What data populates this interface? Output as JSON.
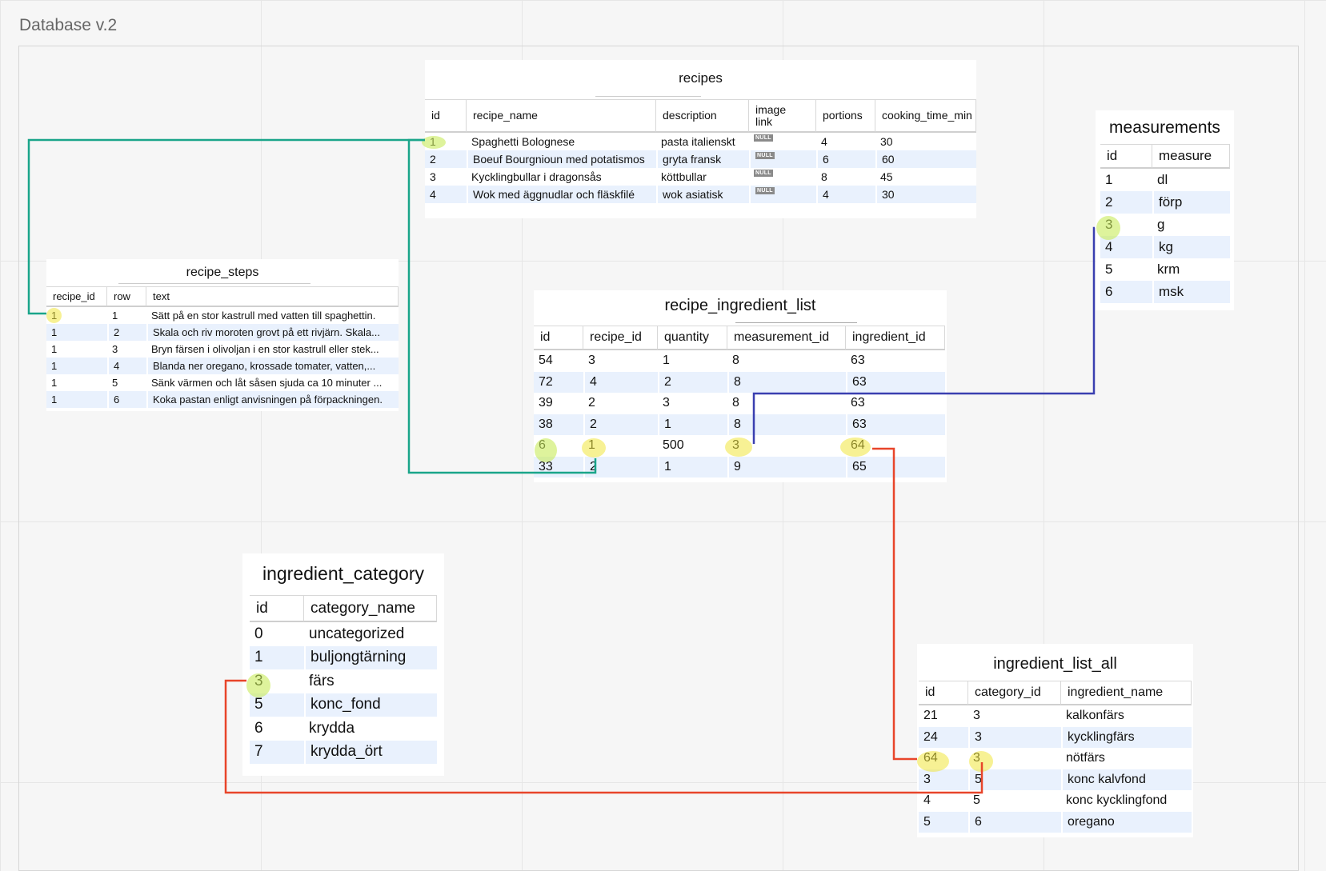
{
  "board": {
    "title": "Database v.2"
  },
  "colors": {
    "teal": "#1aa58a",
    "blue": "#3a3fb0",
    "red": "#e8452a",
    "highlight": "#f0e63c"
  },
  "recipes": {
    "title": "recipes",
    "columns": [
      "id",
      "recipe_name",
      "description",
      "image\nlink",
      "portions",
      "cooking_time_min"
    ],
    "rows": [
      [
        "1",
        "Spaghetti Bolognese",
        "pasta italienskt",
        "NULL",
        "4",
        "30"
      ],
      [
        "2",
        "Boeuf Bourgnioun med potatismos",
        "gryta fransk",
        "NULL",
        "6",
        "60"
      ],
      [
        "3",
        "Kycklingbullar i dragonsås",
        "köttbullar",
        "NULL",
        "8",
        "45"
      ],
      [
        "4",
        "Wok med äggnudlar och fläskfilé",
        "wok asiatisk",
        "NULL",
        "4",
        "30"
      ]
    ]
  },
  "recipe_steps": {
    "title": "recipe_steps",
    "columns": [
      "recipe_id",
      "row",
      "text"
    ],
    "rows": [
      [
        "1",
        "1",
        "Sätt på en stor kastrull med vatten till spaghettin."
      ],
      [
        "1",
        "2",
        "Skala och riv moroten grovt på ett rivjärn. Skala..."
      ],
      [
        "1",
        "3",
        "Bryn färsen i olivoljan i en stor kastrull eller stek..."
      ],
      [
        "1",
        "4",
        "Blanda ner oregano, krossade tomater, vatten,..."
      ],
      [
        "1",
        "5",
        "Sänk värmen och låt såsen sjuda ca 10 minuter ..."
      ],
      [
        "1",
        "6",
        "Koka pastan enligt anvisningen på förpackningen."
      ]
    ]
  },
  "measurements": {
    "title": "measurements",
    "columns": [
      "id",
      "measure"
    ],
    "rows": [
      [
        "1",
        "dl"
      ],
      [
        "2",
        "förp"
      ],
      [
        "3",
        "g"
      ],
      [
        "4",
        "kg"
      ],
      [
        "5",
        "krm"
      ],
      [
        "6",
        "msk"
      ]
    ]
  },
  "recipe_ingredient_list": {
    "title": "recipe_ingredient_list",
    "columns": [
      "id",
      "recipe_id",
      "quantity",
      "measurement_id",
      "ingredient_id"
    ],
    "rows": [
      [
        "54",
        "3",
        "1",
        "8",
        "63"
      ],
      [
        "72",
        "4",
        "2",
        "8",
        "63"
      ],
      [
        "39",
        "2",
        "3",
        "8",
        "63"
      ],
      [
        "38",
        "2",
        "1",
        "8",
        "63"
      ],
      [
        "6",
        "1",
        "500",
        "3",
        "64"
      ],
      [
        "33",
        "2",
        "1",
        "9",
        "65"
      ]
    ]
  },
  "ingredient_category": {
    "title": "ingredient_category",
    "columns": [
      "id",
      "category_name"
    ],
    "rows": [
      [
        "0",
        "uncategorized"
      ],
      [
        "1",
        "buljongtärning"
      ],
      [
        "3",
        "färs"
      ],
      [
        "5",
        "konc_fond"
      ],
      [
        "6",
        "krydda"
      ],
      [
        "7",
        "krydda_ört"
      ]
    ]
  },
  "ingredient_list_all": {
    "title": "ingredient_list_all",
    "columns": [
      "id",
      "category_id",
      "ingredient_name"
    ],
    "rows": [
      [
        "21",
        "3",
        "kalkonfärs"
      ],
      [
        "24",
        "3",
        "kycklingfärs"
      ],
      [
        "64",
        "3",
        "nötfärs"
      ],
      [
        "3",
        "5",
        "konc kalvfond"
      ],
      [
        "4",
        "5",
        "konc kycklingfond"
      ],
      [
        "5",
        "6",
        "oregano"
      ]
    ]
  }
}
